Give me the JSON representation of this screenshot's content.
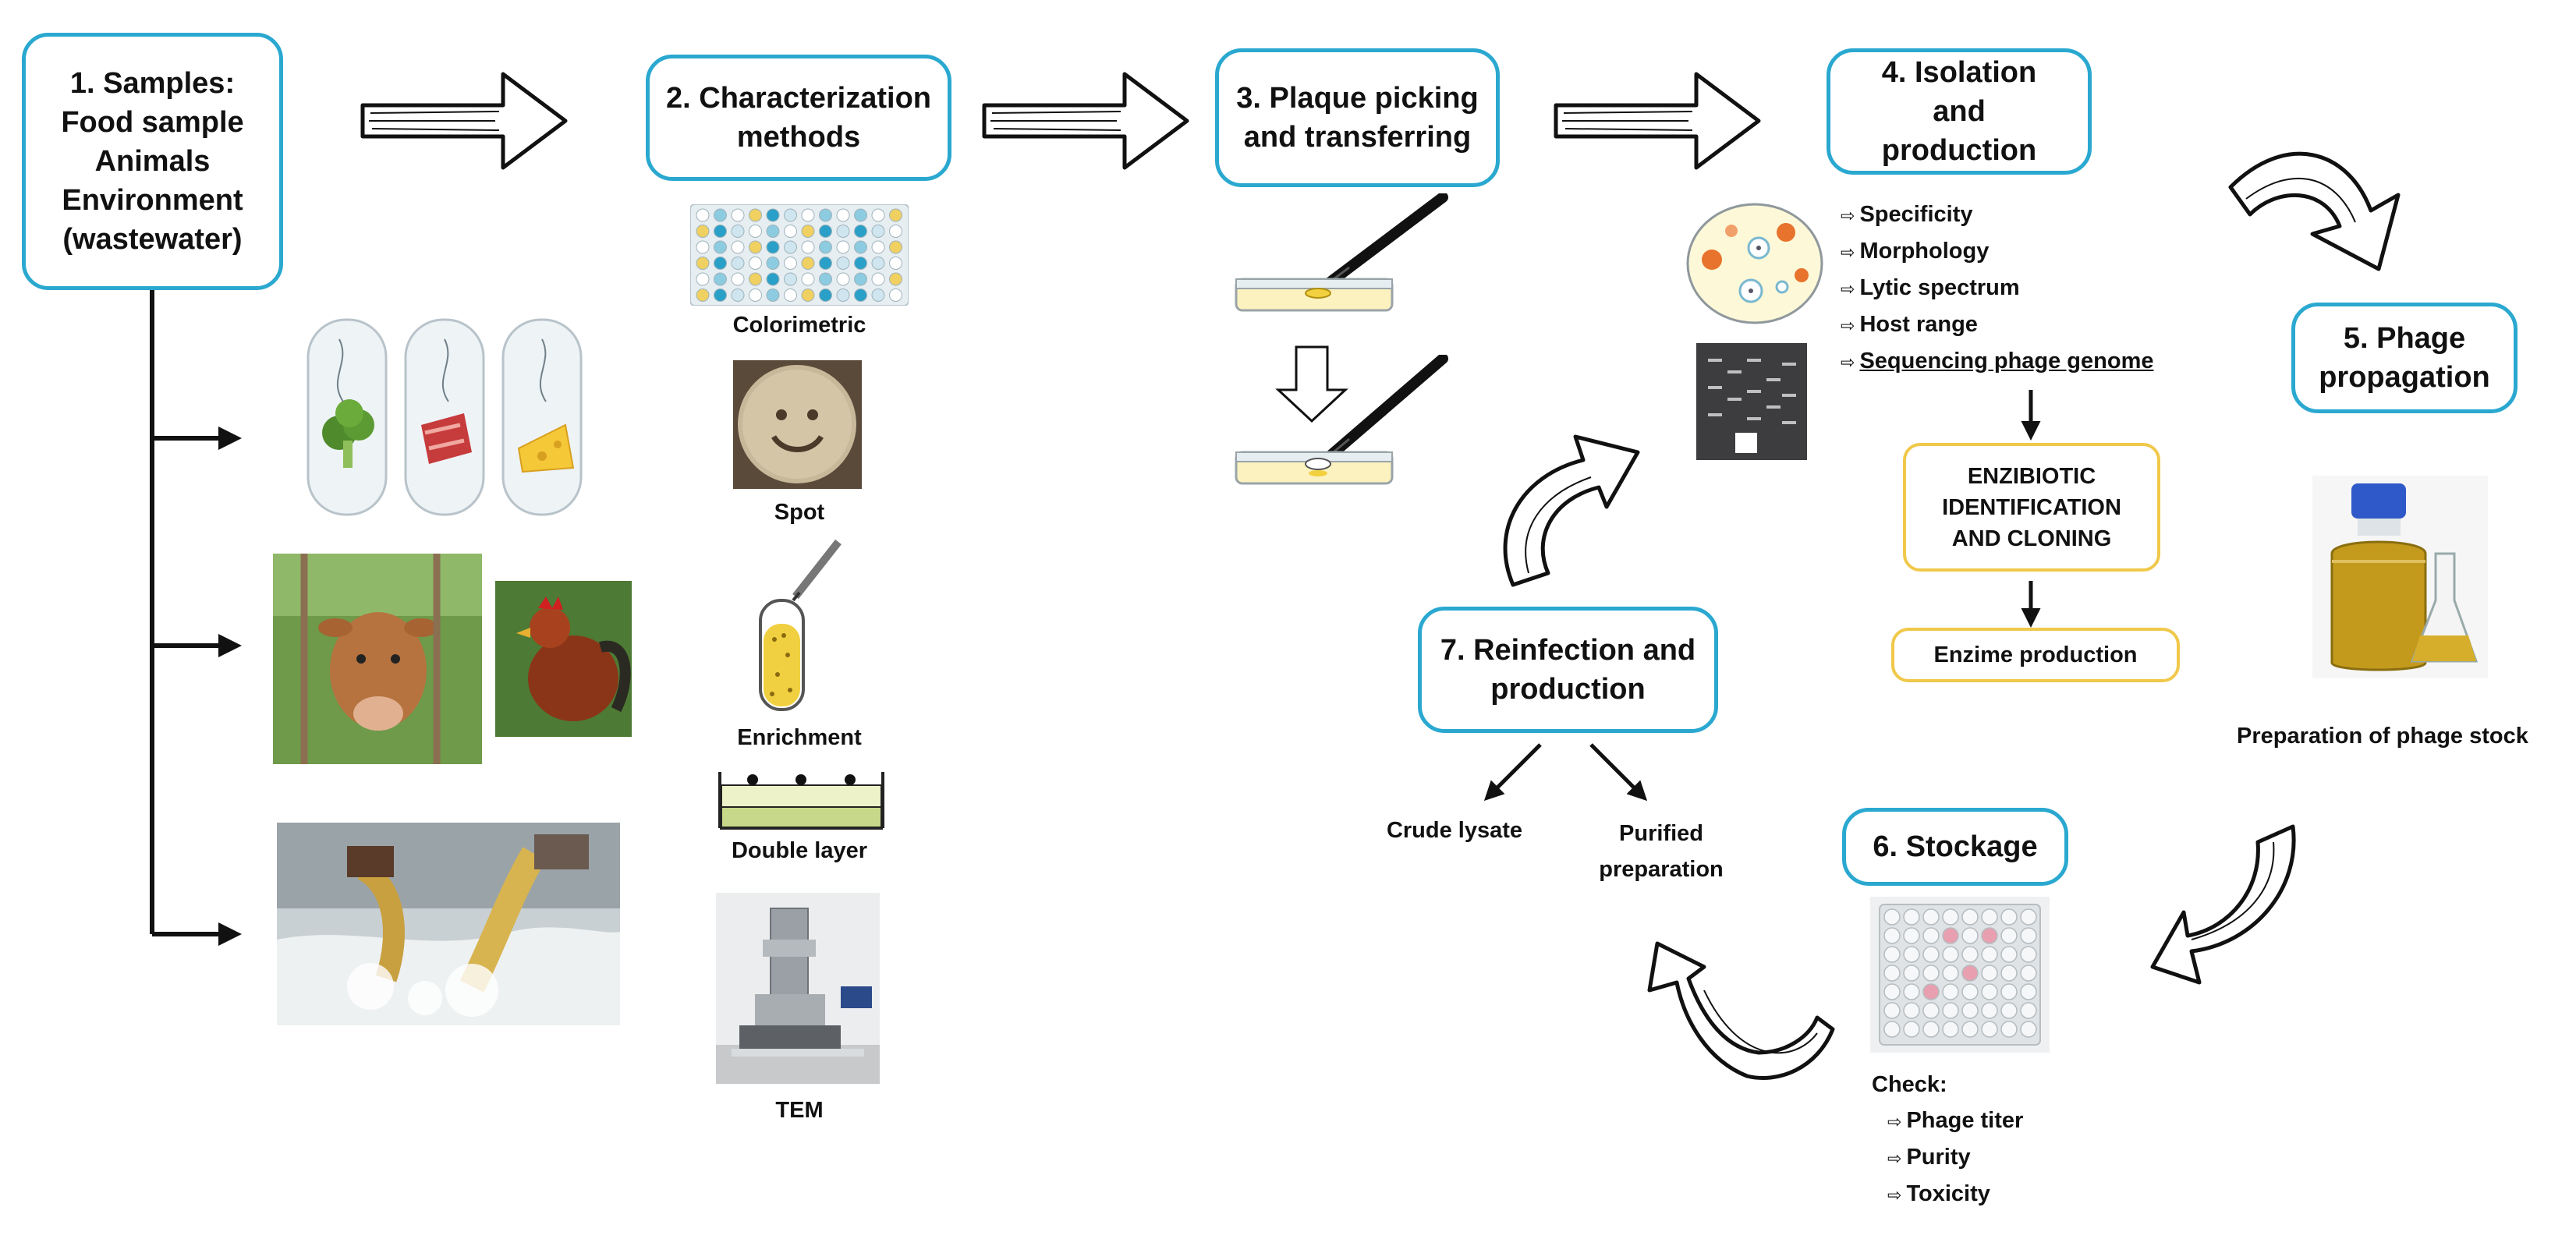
{
  "colors": {
    "box_border": "#2aa8d0",
    "yellow_border": "#f0c84a",
    "arrow_stroke": "#111111"
  },
  "step1": {
    "title": "1. Samples:",
    "lines": [
      "Food sample",
      "Animals",
      "Environment",
      "(wastewater)"
    ]
  },
  "step2": {
    "title": "2. Characterization methods",
    "methods": [
      "Colorimetric",
      "Spot",
      "Enrichment",
      "Double layer",
      "TEM"
    ]
  },
  "step3": {
    "title": "3. Plaque picking and transferring"
  },
  "step4": {
    "title": "4. Isolation and production",
    "list": [
      "Specificity",
      "Morphology",
      "Lytic spectrum",
      "Host range",
      "Sequencing phage genome"
    ],
    "enzibiotic": "ENZIBIOTIC IDENTIFICATION AND CLONING",
    "enzyme": "Enzime production"
  },
  "step5": {
    "title": "5. Phage propagation",
    "caption": "Preparation of phage stock"
  },
  "step6": {
    "title": "6. Stockage",
    "check_label": "Check:",
    "checks": [
      "Phage titer",
      "Purity",
      "Toxicity"
    ]
  },
  "step7": {
    "title": "7. Reinfection and production",
    "outputs": [
      "Crude lysate",
      "Purified preparation"
    ]
  },
  "icons": {
    "bullet": "⇨",
    "flow_arrow": "hollow-sketch-arrow",
    "curved_arrow": "hollow-curved-arrow"
  }
}
